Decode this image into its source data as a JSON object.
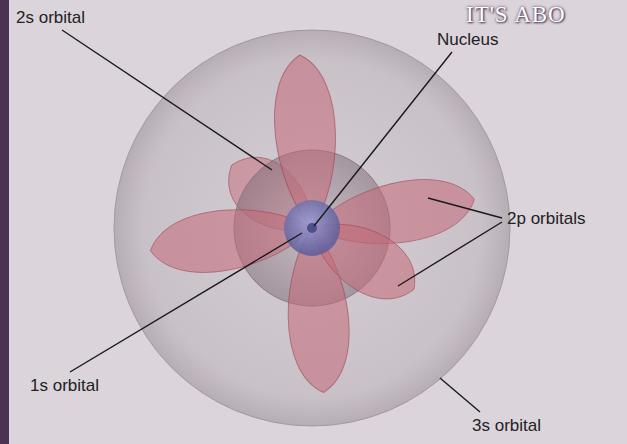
{
  "diagram": {
    "labels": [
      "2s orbital",
      "Nucleus",
      "2p orbitals",
      "1s orbital",
      "3s orbital",
      "IT'S ABO"
    ]
  }
}
